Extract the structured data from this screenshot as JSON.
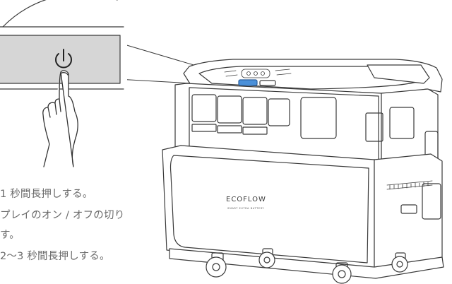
{
  "instructions": [
    "1 秒間長押しする。",
    "プレイのオン / オフの切り",
    "す。",
    "2～3 秒間長押しする。"
  ],
  "product": {
    "brand_logo": "ECOFLOW",
    "brand_subtitle": "SMART EXTRA BATTERY"
  },
  "icons": {
    "callout_button": "power-icon",
    "hand": "pointing-hand-icon"
  },
  "colors": {
    "line": "#3a3a3a",
    "callout_bar": "#d4d4d4",
    "highlight_button": "#4a90d9",
    "text": "#6b6b6b"
  }
}
